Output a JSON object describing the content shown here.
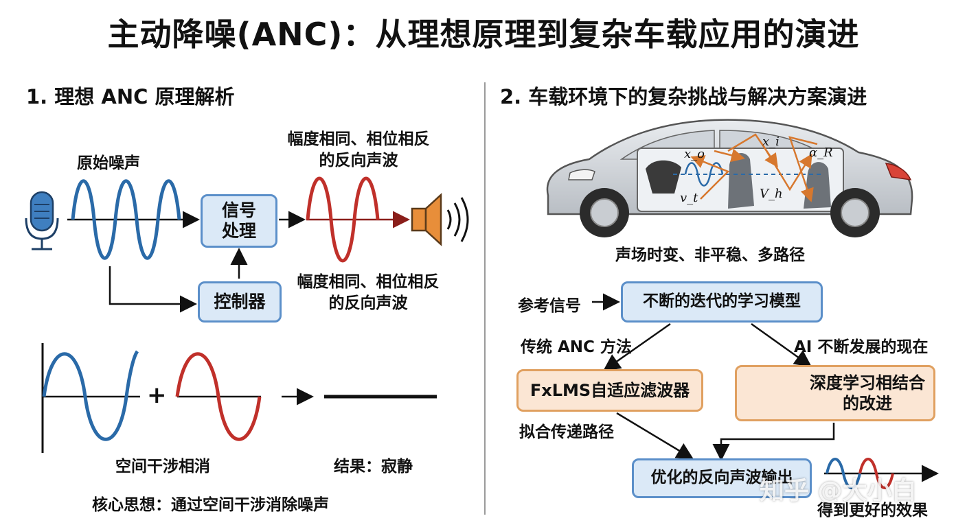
{
  "title": "主动降噪(ANC)：从理想原理到复杂车载应用的演进",
  "left": {
    "heading": "1. 理想 ANC 原理解析",
    "noise_label": "原始噪声",
    "anti_label_top": [
      "幅度相同、相位相反",
      "的反向声波"
    ],
    "anti_label_bottom": [
      "幅度相同、相位相反",
      "的反向声波"
    ],
    "signal_box": [
      "信号",
      "处理"
    ],
    "controller_box": "控制器",
    "interference_label": "空间干涉相消",
    "result_label": "结果：寂静",
    "core_idea": "核心思想：通过空间干涉消除噪声"
  },
  "right": {
    "heading": "2. 车载环境下的复杂挑战与解决方案演进",
    "car_symbols": [
      "x_o",
      "x_i",
      "α_R",
      "v_t",
      "V_h"
    ],
    "car_caption": "声场时变、非平稳、多路径",
    "reference_label": "参考信号",
    "model_box": "不断的迭代的学习模型",
    "traditional_label": "传统 ANC 方法",
    "ai_label": "AI 不断发展的现在",
    "fxlms_box": "FxLMS自适应滤波器",
    "deep_box": [
      "深度学习相结合",
      "的改进"
    ],
    "fit_label": "拟合传递路径",
    "output_box": "优化的反向声波输出",
    "better_label": "得到更好的效果"
  },
  "watermark": "知乎 @大小白",
  "colors": {
    "blue": "#2a6aa8",
    "red": "#c0302a",
    "box_blue": "#dbe9f7",
    "box_orange": "#fbe6d4",
    "arrow_orange": "#d7782e"
  }
}
